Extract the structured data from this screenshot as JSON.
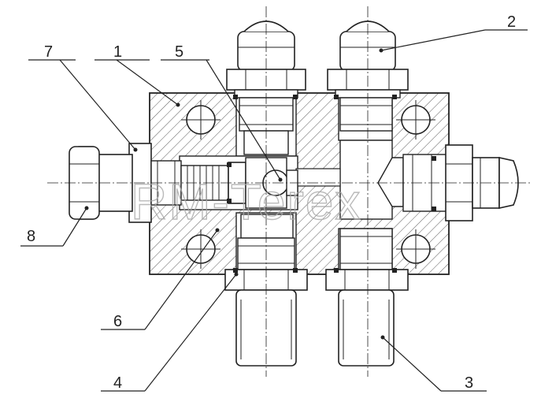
{
  "callouts": [
    {
      "id": "1",
      "text": "1"
    },
    {
      "id": "2",
      "text": "2"
    },
    {
      "id": "3",
      "text": "3"
    },
    {
      "id": "4",
      "text": "4"
    },
    {
      "id": "5",
      "text": "5"
    },
    {
      "id": "6",
      "text": "6"
    },
    {
      "id": "7",
      "text": "7"
    },
    {
      "id": "8",
      "text": "8"
    }
  ],
  "watermark": "RM-Terex"
}
